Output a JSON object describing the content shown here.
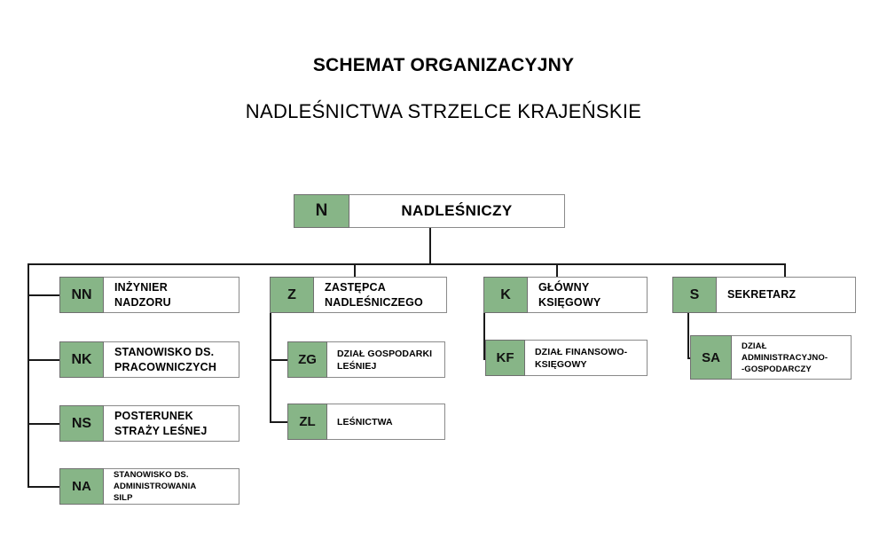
{
  "title": {
    "line1": "SCHEMAT ORGANIZACYJNY",
    "line2": "NADLEŚNICTWA STRZELCE KRAJEŃSKIE"
  },
  "colors": {
    "code_box_green": "#87b587",
    "box_border": "#8a8a8a",
    "connector": "#1a1a1a",
    "background": "#ffffff"
  },
  "chart_data": {
    "type": "diagram",
    "diagram_kind": "organizational-chart",
    "title": "SCHEMAT ORGANIZACYJNY NADLEŚNICTWA STRZELCE KRAJEŃSKIE",
    "root": {
      "code": "N",
      "label_lines": [
        "NADLEŚNICZY"
      ]
    },
    "branches": [
      {
        "head": {
          "code": "Z",
          "label_lines": [
            "ZASTĘPCA",
            "NADLEŚNICZEGO"
          ]
        },
        "children": [
          {
            "code": "ZG",
            "label_lines": [
              "DZIAŁ GOSPODARKI",
              "LEŚNIEJ"
            ]
          },
          {
            "code": "ZL",
            "label_lines": [
              "LEŚNICTWA"
            ]
          }
        ]
      },
      {
        "head": {
          "code": "K",
          "label_lines": [
            "GŁÓWNY",
            "KSIĘGOWY"
          ]
        },
        "children": [
          {
            "code": "KF",
            "label_lines": [
              "DZIAŁ FINANSOWO-",
              "KSIĘGOWY"
            ]
          }
        ]
      },
      {
        "head": {
          "code": "S",
          "label_lines": [
            "SEKRETARZ"
          ]
        },
        "children": [
          {
            "code": "SA",
            "label_lines": [
              "DZIAŁ",
              "ADMINISTRACYJNO-",
              "-GOSPODARCZY"
            ]
          }
        ]
      }
    ],
    "direct_reports": [
      {
        "code": "NN",
        "label_lines": [
          "INŻYNIER",
          "NADZORU"
        ]
      },
      {
        "code": "NK",
        "label_lines": [
          "STANOWISKO DS.",
          "PRACOWNICZYCH"
        ]
      },
      {
        "code": "NS",
        "label_lines": [
          "POSTERUNEK",
          "STRAŻY LEŚNEJ"
        ]
      },
      {
        "code": "NA",
        "label_lines": [
          "STANOWISKO DS.",
          "ADMINISTROWANIA",
          "SILP"
        ]
      }
    ]
  },
  "nodes": {
    "n": {
      "code": "N",
      "l1": "NADLEŚNICZY"
    },
    "nn": {
      "code": "NN",
      "l1": "INŻYNIER",
      "l2": "NADZORU"
    },
    "nk": {
      "code": "NK",
      "l1": "STANOWISKO DS.",
      "l2": "PRACOWNICZYCH"
    },
    "ns": {
      "code": "NS",
      "l1": "POSTERUNEK",
      "l2": "STRAŻY LEŚNEJ"
    },
    "na": {
      "code": "NA",
      "l1": "STANOWISKO DS.",
      "l2": "ADMINISTROWANIA",
      "l3": "SILP"
    },
    "z": {
      "code": "Z",
      "l1": "ZASTĘPCA",
      "l2": "NADLEŚNICZEGO"
    },
    "zg": {
      "code": "ZG",
      "l1": "DZIAŁ GOSPODARKI",
      "l2": "LEŚNIEJ"
    },
    "zl": {
      "code": "ZL",
      "l1": "LEŚNICTWA"
    },
    "k": {
      "code": "K",
      "l1": "GŁÓWNY",
      "l2": "KSIĘGOWY"
    },
    "kf": {
      "code": "KF",
      "l1": "DZIAŁ FINANSOWO-",
      "l2": "KSIĘGOWY"
    },
    "s": {
      "code": "S",
      "l1": "SEKRETARZ"
    },
    "sa": {
      "code": "SA",
      "l1": "DZIAŁ",
      "l2": "ADMINISTRACYJNO-",
      "l3": "-GOSPODARCZY"
    }
  }
}
